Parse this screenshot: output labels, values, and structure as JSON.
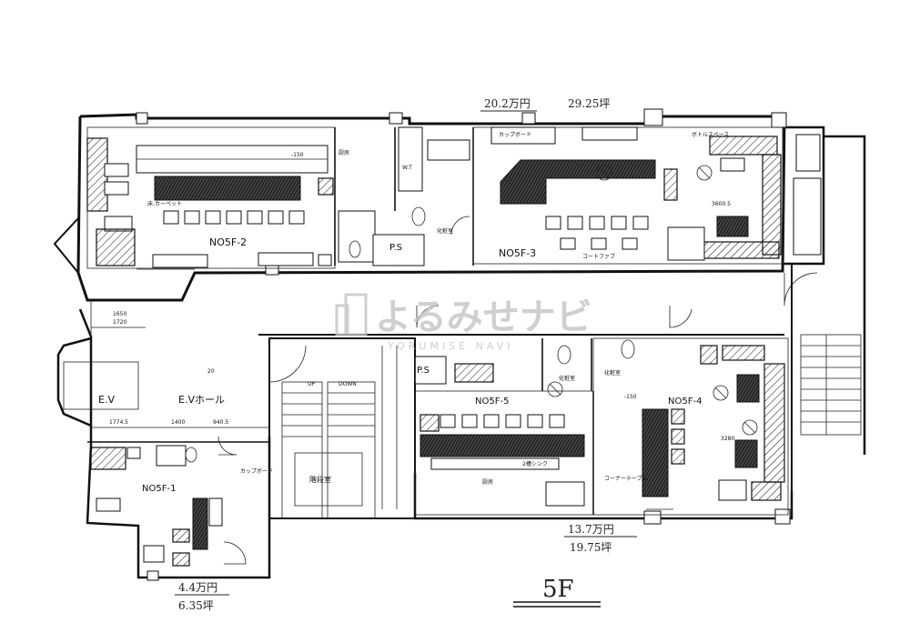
{
  "floor_label": "5F",
  "watermark": {
    "main": "よるみせナビ",
    "sub": "YORUMISE NAVI"
  },
  "units": [
    {
      "id": "NO5F-1",
      "price": "4.4万円",
      "area": "6.35坪"
    },
    {
      "id": "NO5F-2"
    },
    {
      "id": "NO5F-3"
    },
    {
      "id": "NO5F-4"
    },
    {
      "id": "NO5F-5"
    }
  ],
  "top_annotation": {
    "price": "20.2万円",
    "area": "29.25坪"
  },
  "bottom_annotation": {
    "price": "13.7万円",
    "area": "19.75坪"
  },
  "rooms": {
    "ev": "E.V",
    "ev_hall": "E.Vホール",
    "ps_top": "P.S",
    "ps_mid": "P.S",
    "stairs": "階段室",
    "up": "UP",
    "dn": "DOWN",
    "toilet": "化粧室",
    "kitchen": "厨房",
    "kitchen2": "厨房",
    "wt": "W.T",
    "counter_table": "コーナーテーブル",
    "sofa": "コートファブ",
    "cupboard": "カップボード",
    "storage": "カップボード",
    "sink": "2槽シンク",
    "carpet": "床:カーペット",
    "bottle_space": "ボトルスペース"
  },
  "dims": {
    "d1650": "1650",
    "d1720": "1720",
    "d1774": "1774.5",
    "d1400": "1400",
    "d940": "940.5",
    "d20a": "20",
    "d150": "-150",
    "d3280": "3280",
    "d3600": "3600.5"
  }
}
